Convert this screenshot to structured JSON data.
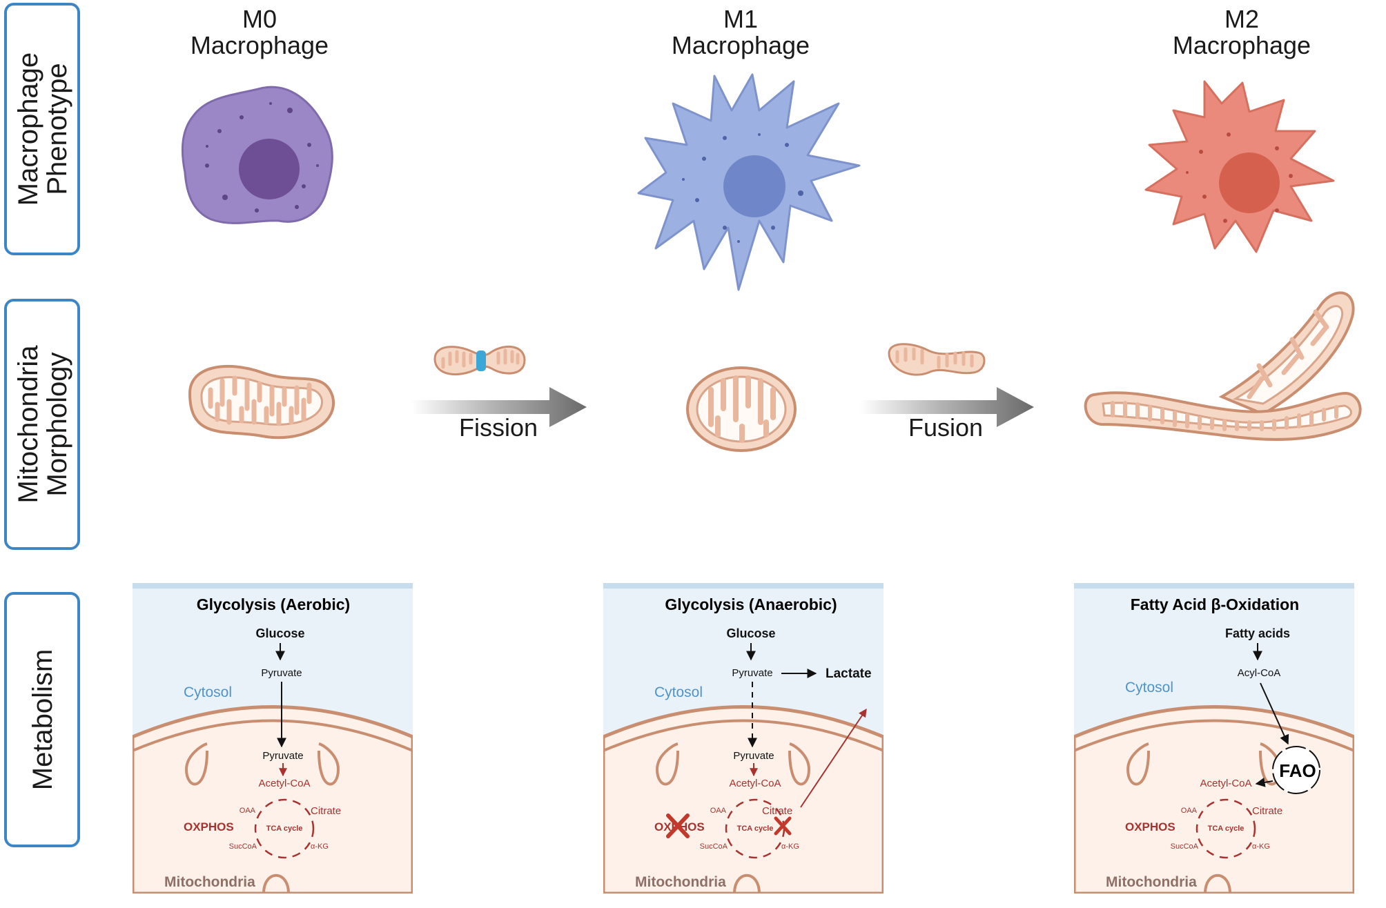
{
  "row_labels": {
    "phenotype": [
      "Macrophage",
      "Phenotype"
    ],
    "morphology": [
      "Mitochondria",
      "Morphology"
    ],
    "metabolism": "Metabolism"
  },
  "phenotypes": [
    {
      "line1": "M0",
      "line2": "Macrophage",
      "color": "#9b86c6"
    },
    {
      "line1": "M1",
      "line2": "Macrophage",
      "color": "#9db0e2"
    },
    {
      "line1": "M2",
      "line2": "Macrophage",
      "color": "#ea8a7c"
    }
  ],
  "transitions": {
    "fission": "Fission",
    "fusion": "Fusion"
  },
  "metabolism": [
    {
      "title": "Glycolysis (Aerobic)",
      "substrate": "Glucose",
      "intermediate": "Pyruvate",
      "cytosol": "Cytosol",
      "mito_entry": "Pyruvate",
      "acetyl": "Acetyl-CoA",
      "oaa": "OAA",
      "citrate": "Citrate",
      "tca": "TCA cycle",
      "succoa": "SucCoA",
      "akg": "α-KG",
      "oxphos": "OXPHOS",
      "mitochondria": "Mitochondria"
    },
    {
      "title": "Glycolysis (Anaerobic)",
      "substrate": "Glucose",
      "intermediate": "Pyruvate",
      "lactate": "Lactate",
      "cytosol": "Cytosol",
      "mito_entry": "Pyruvate",
      "acetyl": "Acetyl-CoA",
      "oaa": "OAA",
      "citrate": "Citrate",
      "tca": "TCA cycle",
      "succoa": "SucCoA",
      "akg": "α-KG",
      "oxphos": "OXPHOS",
      "mitochondria": "Mitochondria"
    },
    {
      "title": "Fatty Acid  β-Oxidation",
      "substrate": "Fatty acids",
      "intermediate": "Acyl-CoA",
      "cytosol": "Cytosol",
      "fao": "FAO",
      "acetyl": "Acetyl-CoA",
      "oaa": "OAA",
      "citrate": "Citrate",
      "tca": "TCA cycle",
      "succoa": "SucCoA",
      "akg": "α-KG",
      "oxphos": "OXPHOS",
      "mitochondria": "Mitochondria"
    }
  ],
  "colors": {
    "label_box_border": "#3d86c6",
    "cytosol_bg": "#eaf2f9",
    "mito_bg": "#fdf1ea",
    "membrane": "#c98d70",
    "pathway_red": "#a8322e",
    "arrow": "#666666",
    "cross": "#c0392b"
  }
}
